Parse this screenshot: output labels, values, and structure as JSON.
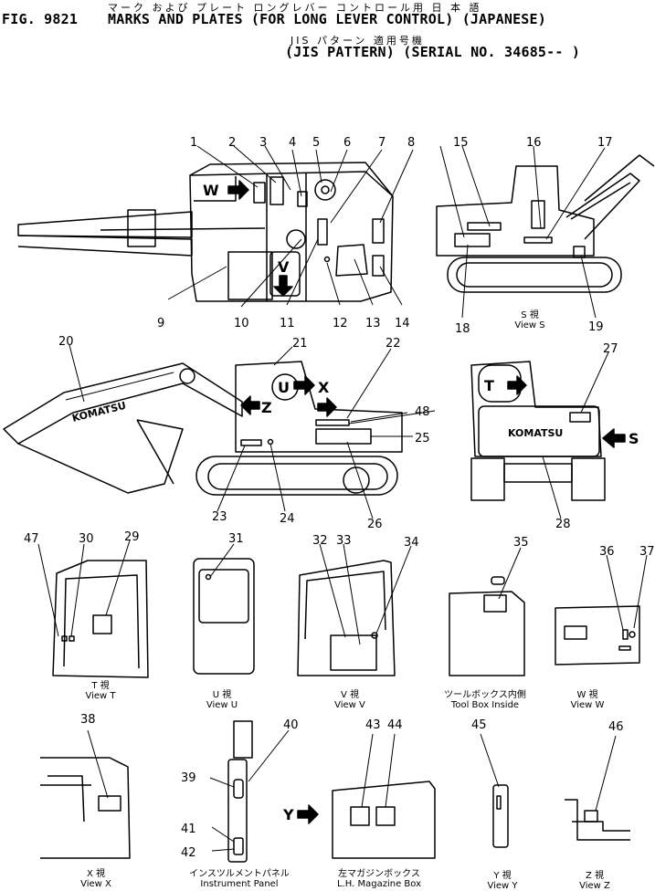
{
  "header": {
    "fig_number": "FIG. 9821",
    "title_line1": "MARKS AND PLATES (FOR LONG LEVER CONTROL) (JAPANESE)",
    "title_line2": "(JIS PATTERN) (SERIAL NO. 34685-- )",
    "jp_line1": "マーク および プレート   ロングレバー コントロール用    日 本 語",
    "jp_line2": "JIS パターン    適用号機"
  },
  "callouts": [
    "1",
    "2",
    "3",
    "4",
    "5",
    "6",
    "7",
    "8",
    "9",
    "10",
    "11",
    "12",
    "13",
    "14",
    "15",
    "16",
    "17",
    "18",
    "19",
    "20",
    "21",
    "22",
    "23",
    "24",
    "25",
    "26",
    "27",
    "28",
    "29",
    "30",
    "31",
    "32",
    "33",
    "34",
    "35",
    "36",
    "37",
    "38",
    "39",
    "40",
    "41",
    "42",
    "43",
    "44",
    "45",
    "46",
    "47",
    "48"
  ],
  "markers": {
    "W": "W",
    "V": "V",
    "U": "U",
    "X": "X",
    "Z": "Z",
    "T": "T",
    "S": "S",
    "Y": "Y"
  },
  "brand": "KOMATSU",
  "views": {
    "S": {
      "jp": "S 視",
      "en": "View S"
    },
    "T": {
      "jp": "T 視",
      "en": "View T"
    },
    "U": {
      "jp": "U 視",
      "en": "View U"
    },
    "V": {
      "jp": "V 視",
      "en": "View V"
    },
    "TB": {
      "jp": "ツールボックス内側",
      "en": "Tool Box Inside"
    },
    "W": {
      "jp": "W 視",
      "en": "View W"
    },
    "X": {
      "jp": "X 視",
      "en": "View X"
    },
    "IP": {
      "jp": "インスツルメントパネル",
      "en": "Instrument Panel"
    },
    "LH": {
      "jp": "左マガジンボックス",
      "en": "L.H. Magazine Box"
    },
    "Y": {
      "jp": "Y 視",
      "en": "View Y"
    },
    "Z": {
      "jp": "Z 視",
      "en": "View Z"
    }
  }
}
